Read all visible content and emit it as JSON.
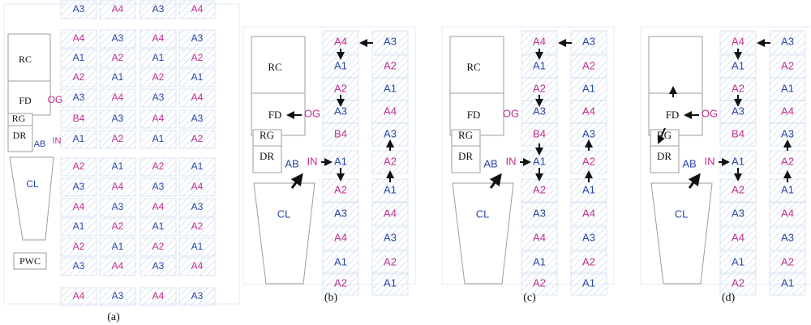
{
  "colors": {
    "a_label": "#2846a6",
    "b_label": "#c02e8e",
    "grid": "#c6d6ec",
    "hatch": "#dce6f4",
    "room_border": "#9e9e9e",
    "arrow": "#111111"
  },
  "panel_a": {
    "caption": "(a)",
    "rooms": [
      "RC",
      "FD",
      "RG",
      "DR",
      "PWC"
    ],
    "corridor": {
      "ab": "AB",
      "in": "IN",
      "og": "OG",
      "cl": "CL"
    },
    "grid_rows": [
      [
        "A3",
        "A4",
        "A3",
        "A4"
      ],
      [
        "A4",
        "A3",
        "A4",
        "A3"
      ],
      [
        "A1",
        "A2",
        "A1",
        "A2"
      ],
      [
        "A2",
        "A1",
        "A2",
        "A1"
      ],
      [
        "A3",
        "A4",
        "A3",
        "A4"
      ],
      [
        "B4",
        "A3",
        "A4",
        "A3"
      ],
      [
        "A1",
        "A2",
        "A1",
        "A2"
      ],
      [
        "A2",
        "A1",
        "A2",
        "A1"
      ],
      [
        "A3",
        "A4",
        "A3",
        "A4"
      ],
      [
        "A4",
        "A3",
        "A4",
        "A3"
      ],
      [
        "A1",
        "A2",
        "A1",
        "A2"
      ],
      [
        "A2",
        "A1",
        "A2",
        "A1"
      ],
      [
        "A3",
        "A4",
        "A3",
        "A4"
      ],
      [
        "A4",
        "A3",
        "A4",
        "A3"
      ]
    ]
  },
  "panels": [
    {
      "caption": "(b)",
      "col1": [
        "A4",
        "A1",
        "A2",
        "A3",
        "B4",
        "A1",
        "A2",
        "A3",
        "A4",
        "A1",
        "A2"
      ],
      "col2": [
        "A3",
        "A2",
        "A1",
        "A4",
        "A3",
        "A2",
        "A1",
        "A4",
        "A3",
        "A2",
        "A1"
      ]
    },
    {
      "caption": "(c)",
      "col1": [
        "A4",
        "A1",
        "A2",
        "A3",
        "B4",
        "A1",
        "A2",
        "A3",
        "A4",
        "A1",
        "A2"
      ],
      "col2": [
        "A3",
        "A2",
        "A1",
        "A4",
        "A3",
        "A2",
        "A1",
        "A4",
        "A3",
        "A2",
        "A1"
      ]
    },
    {
      "caption": "(d)",
      "col1": [
        "A4",
        "A1",
        "A2",
        "A3",
        "B4",
        "A1",
        "A2",
        "A3",
        "A4",
        "A1",
        "A2"
      ],
      "col2": [
        "A3",
        "A2",
        "A1",
        "A4",
        "A3",
        "A2",
        "A1",
        "A4",
        "A3",
        "A2",
        "A1"
      ]
    }
  ],
  "panel_labels": {
    "rc": "RC",
    "fd": "FD",
    "og": "OG",
    "rg": "RG",
    "dr": "DR",
    "ab": "AB",
    "in": "IN",
    "cl": "CL"
  }
}
